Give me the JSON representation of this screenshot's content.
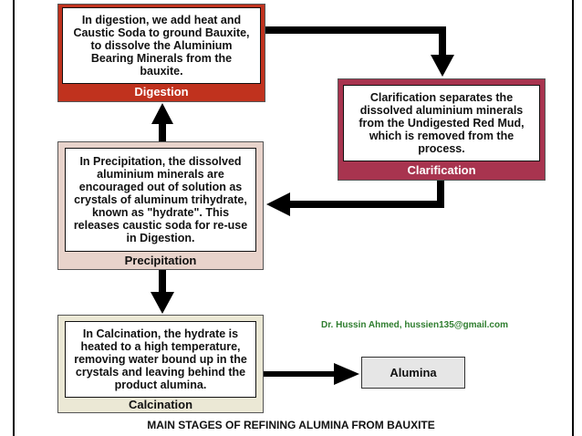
{
  "stages": {
    "digestion": {
      "description": "In digestion, we add heat and Caustic Soda to ground Bauxite, to dissolve the Aluminium Bearing Minerals from the bauxite.",
      "label": "Digestion",
      "color": "#c0321e"
    },
    "clarification": {
      "description": "Clarification separates the dissolved aluminium minerals from the Undigested Red Mud, which is removed from the process.",
      "label": "Clarification",
      "color": "#a8344f"
    },
    "precipitation": {
      "description": "In Precipitation, the dissolved aluminium minerals are encouraged out of solution as crystals of aluminum trihydrate, known as \"hydrate\". This releases caustic soda for re-use in Digestion.",
      "label": "Precipitation",
      "color": "#e8d3cb"
    },
    "calcination": {
      "description": "In Calcination, the hydrate is heated to a high temperature, removing water bound up in the crystals and leaving behind the product alumina.",
      "label": "Calcination",
      "color": "#ebe8d5"
    }
  },
  "product": {
    "label": "Alumina",
    "color": "#e6e6e6"
  },
  "author": "Dr. Hussin Ahmed, hussien135@gmail.com",
  "footer_title": "MAIN STAGES OF REFINING ALUMINA FROM BAUXITE"
}
